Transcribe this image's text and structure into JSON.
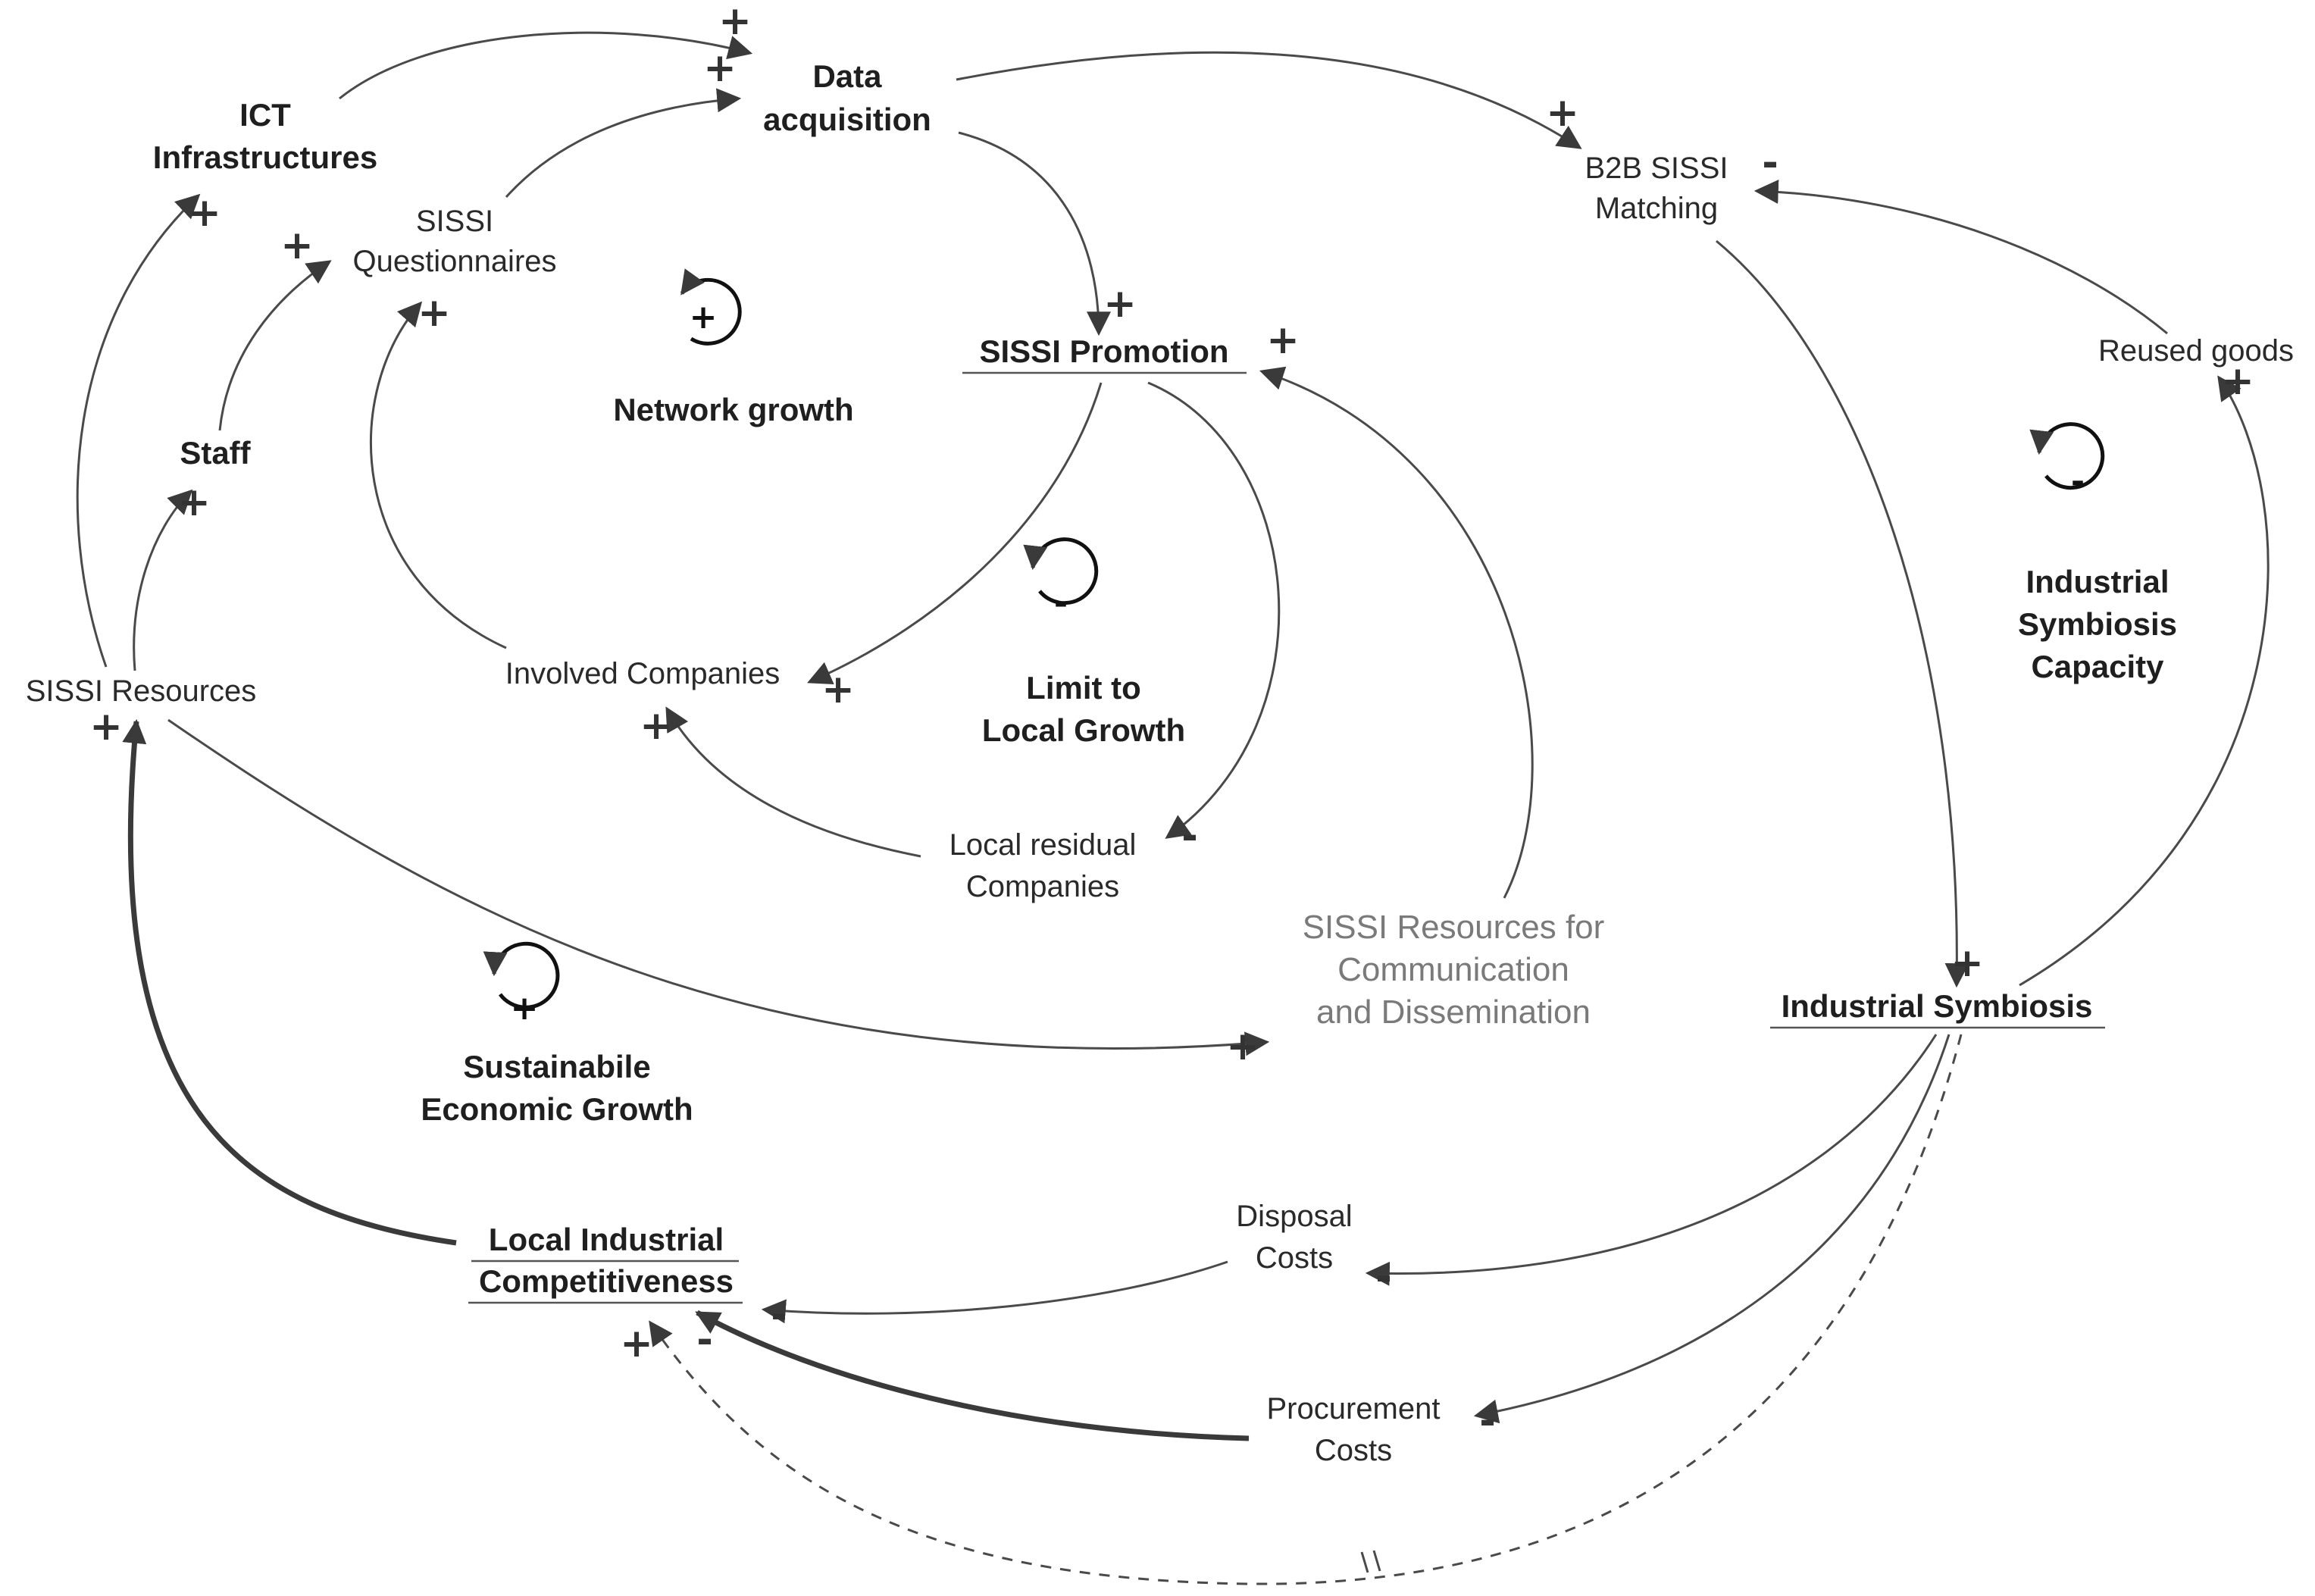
{
  "variables": {
    "data_acquisition": [
      "Data",
      "acquisition"
    ],
    "ict_infrastructures": [
      "ICT",
      "Infrastructures"
    ],
    "sissi_questionnaires": [
      "SISSI",
      "Questionnaires"
    ],
    "staff": "Staff",
    "sissi_promotion": "SISSI Promotion",
    "b2b_matching": [
      "B2B SISSI",
      "Matching"
    ],
    "reused_goods": "Reused goods",
    "sissi_resources": "SISSI Resources",
    "involved_companies": "Involved Companies",
    "local_residual": [
      "Local residual",
      "Companies"
    ],
    "resources_comm": [
      "SISSI Resources for",
      "Communication",
      "and Dissemination"
    ],
    "industrial_symbiosis": "Industrial Symbiosis",
    "disposal_costs": [
      "Disposal",
      "Costs"
    ],
    "procurement_costs": [
      "Procurement",
      "Costs"
    ],
    "local_competitiveness": [
      "Local Industrial",
      "Competitiveness"
    ]
  },
  "loops": {
    "network_growth": {
      "sign": "+",
      "name": "Network growth"
    },
    "limit_local_growth": {
      "sign": "-",
      "name": [
        "Limit to",
        "Local Growth"
      ]
    },
    "is_capacity": {
      "sign": "-",
      "name": [
        "Industrial",
        "Symbiosis",
        "Capacity"
      ]
    },
    "sustainable_growth": {
      "sign": "+",
      "name": [
        "Sustainabile",
        "Economic Growth"
      ]
    }
  },
  "polarities": {
    "plus": "+",
    "minus": "-"
  },
  "colors": {
    "link": "#4a4a4a",
    "text": "#2a2a2a",
    "grey_text": "#7a7a7a"
  }
}
